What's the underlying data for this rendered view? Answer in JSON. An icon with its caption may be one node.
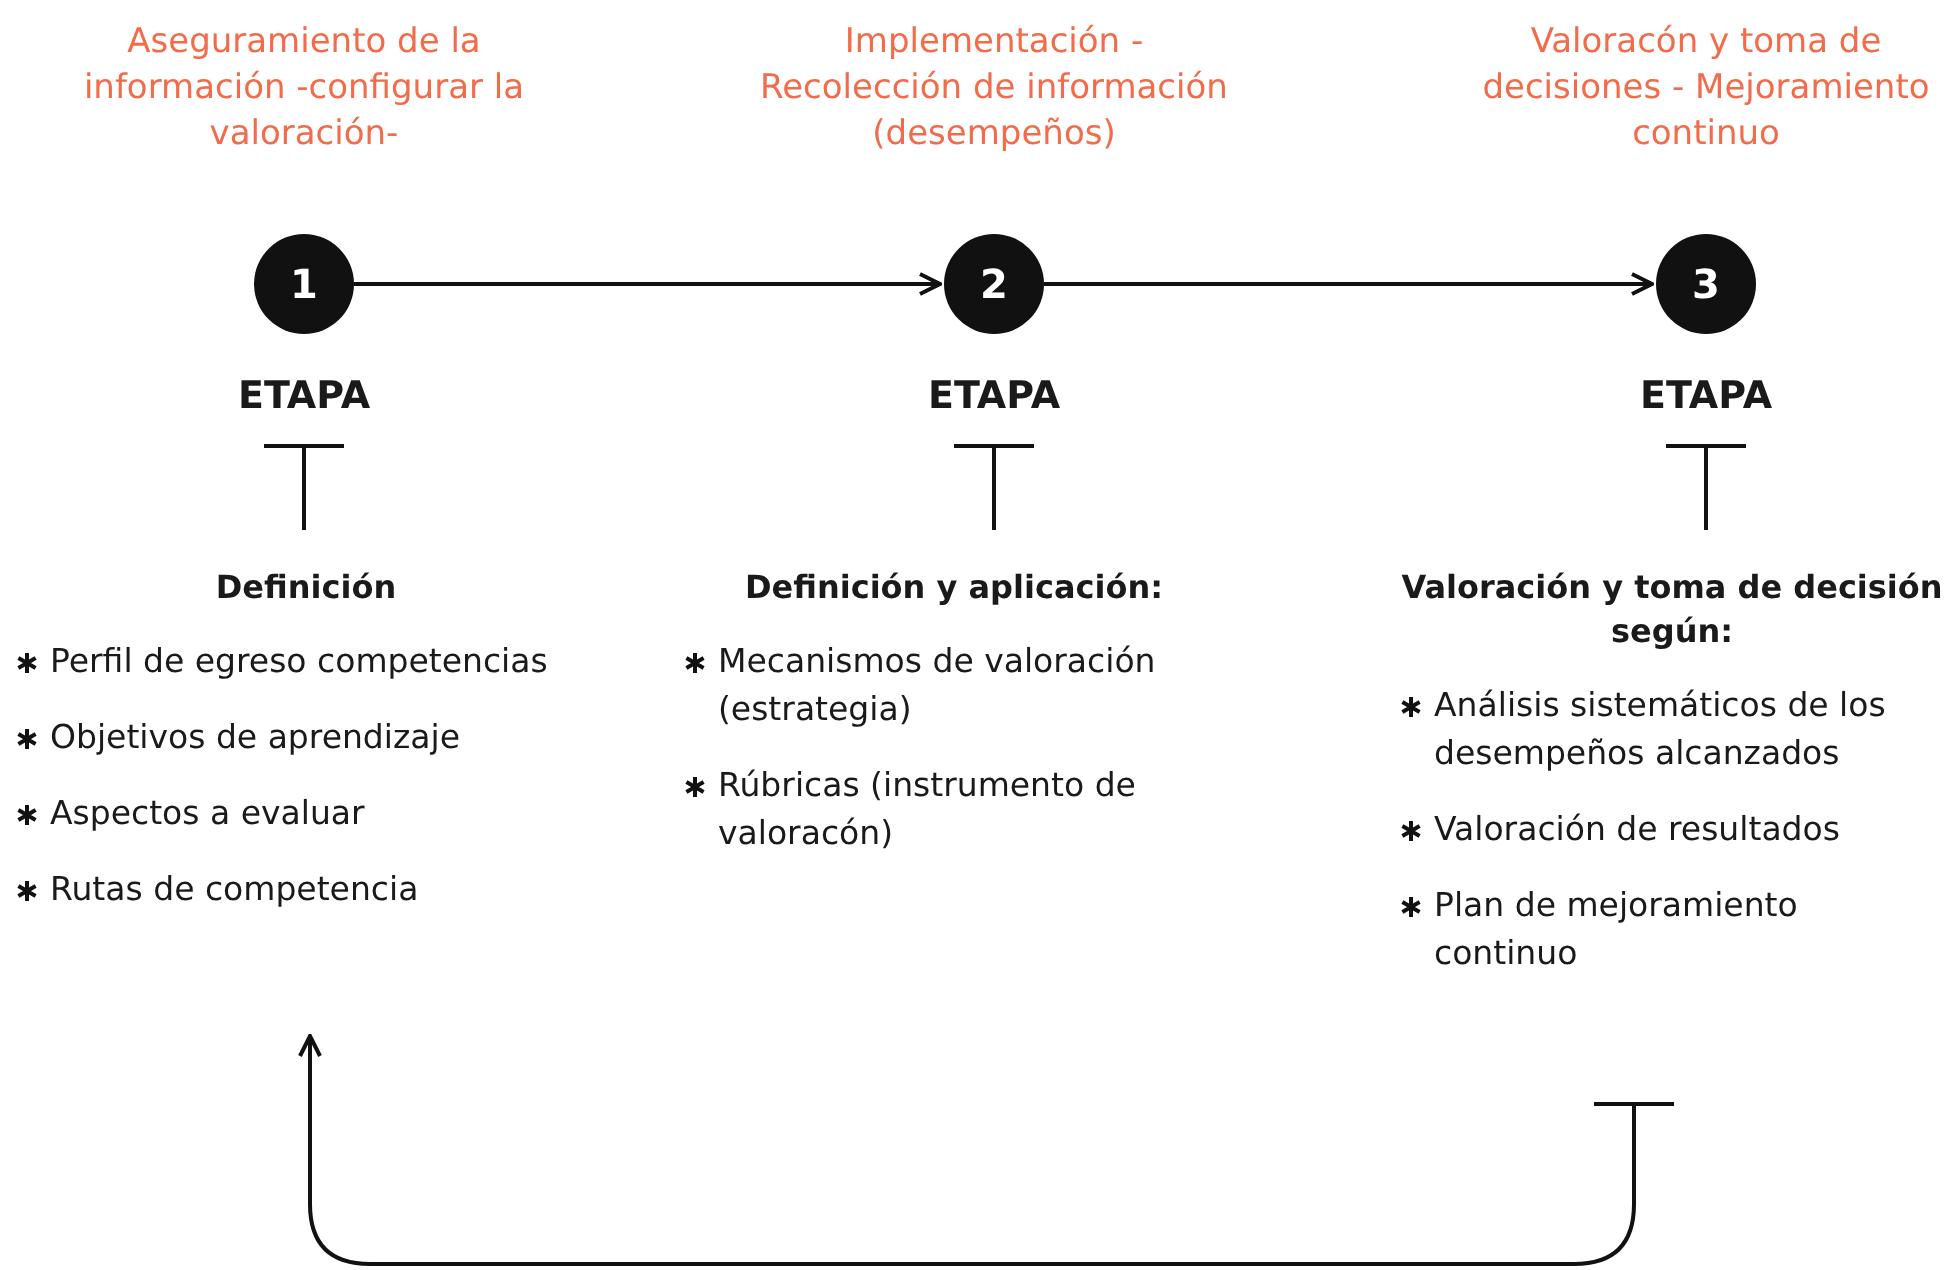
{
  "diagram": {
    "nodes": [
      {
        "text": [
          "1"
        ],
        "beside": [
          "Aseguramiento de la información -configurar la valoración-",
          "ETAPA"
        ]
      },
      {
        "text": [
          "2"
        ],
        "beside": [
          "Implementación - Recolección de información (desempeños)",
          "ETAPA"
        ]
      },
      {
        "text": [
          "3"
        ],
        "beside": [
          "Valoracón y toma de decisiones - Mejoramiento continuo",
          "ETAPA"
        ]
      },
      {
        "text": [
          "Definición",
          "Perfil de egreso competencias",
          "Objetivos de aprendizaje",
          "Aspectos a evaluar",
          "Rutas de competencia"
        ]
      },
      {
        "text": [
          "Definición y aplicación:",
          "Mecanismos de valoración (estrategia)",
          "Rúbricas (instrumento de valoracón)"
        ]
      },
      {
        "text": [
          "Valoración y toma de decisión según:",
          "Análisis sistemáticos de los desempeños alcanzados",
          "Valoración de resultados",
          "Plan de mejoramiento continuo"
        ]
      }
    ],
    "edges": [
      {
        "from": 0,
        "to": 1,
        "arrow": "to"
      },
      {
        "from": 1,
        "to": 2,
        "arrow": "to"
      },
      {
        "from": 0,
        "to": 3,
        "arrow": "other"
      },
      {
        "from": 1,
        "to": 4,
        "arrow": "other"
      },
      {
        "from": 2,
        "to": 5,
        "arrow": "other"
      },
      {
        "from": 5,
        "to": 3,
        "arrow": "to"
      }
    ]
  }
}
